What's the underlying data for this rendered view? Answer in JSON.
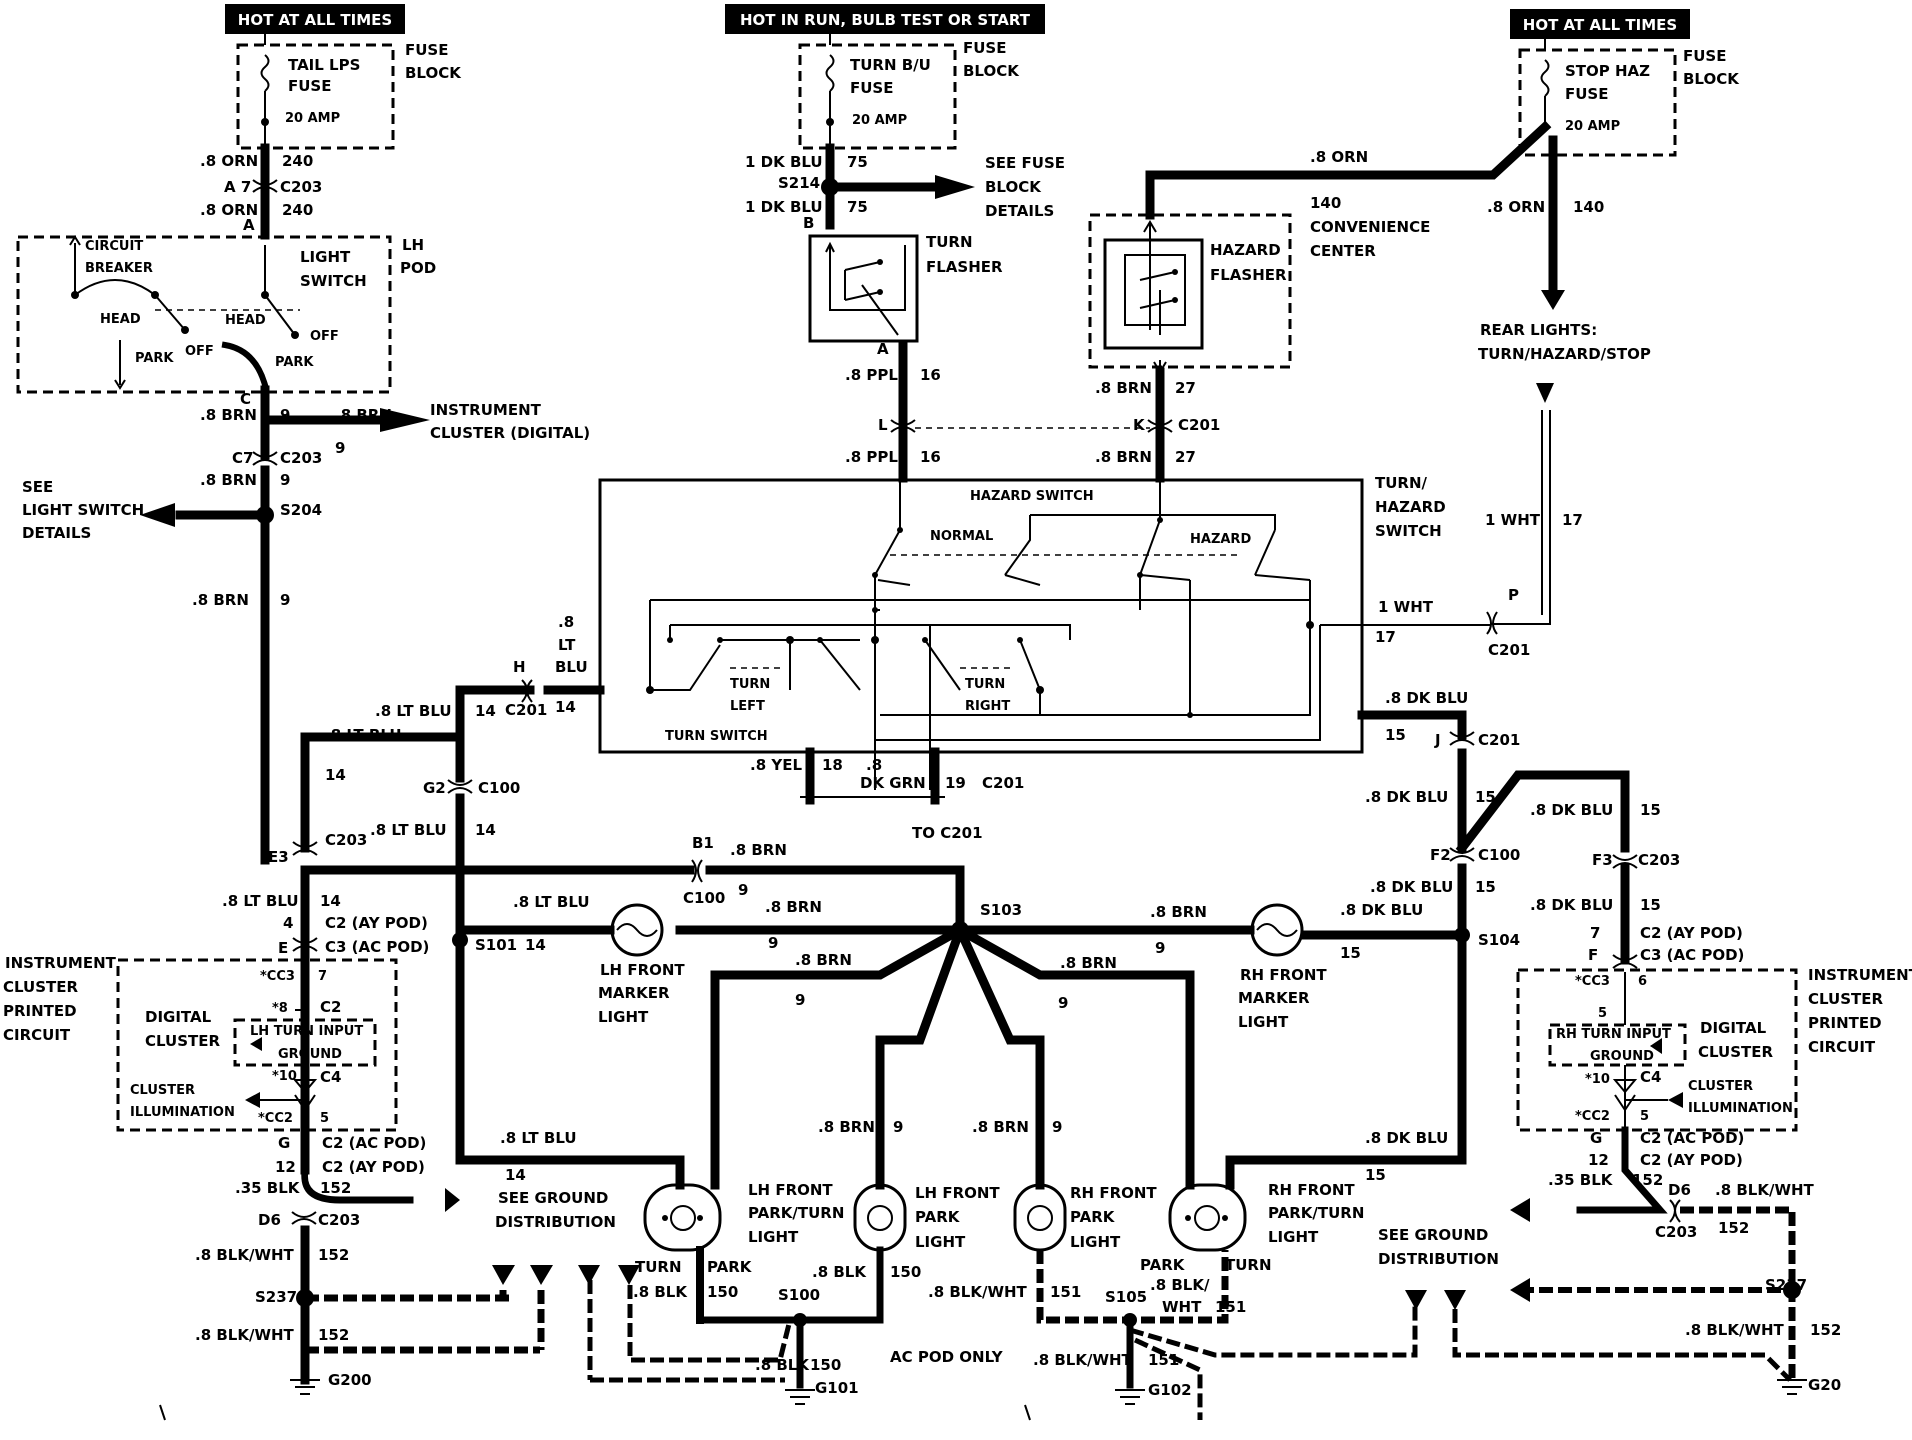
{
  "headers": {
    "left": "HOT AT ALL TIMES",
    "center": "HOT IN RUN, BULB TEST OR START",
    "right": "HOT AT ALL TIMES"
  },
  "fuses": {
    "tail": {
      "name1": "TAIL LPS",
      "name2": "FUSE",
      "amp": "20 AMP",
      "block1": "FUSE",
      "block2": "BLOCK"
    },
    "turn": {
      "name1": "TURN B/U",
      "name2": "FUSE",
      "amp": "20 AMP",
      "block1": "FUSE",
      "block2": "BLOCK"
    },
    "stop": {
      "name1": "STOP HAZ",
      "name2": "FUSE",
      "amp": "20 AMP",
      "block1": "FUSE",
      "block2": "BLOCK"
    }
  },
  "components": {
    "lh_pod": {
      "l1": "LH",
      "l2": "POD"
    },
    "light_switch": {
      "l1": "LIGHT",
      "l2": "SWITCH"
    },
    "circuit_breaker": {
      "l1": "CIRCUIT",
      "l2": "BREAKER"
    },
    "ls_positions": {
      "head": "HEAD",
      "park": "PARK",
      "off": "OFF"
    },
    "turn_flasher": {
      "l1": "TURN",
      "l2": "FLASHER"
    },
    "hazard_flasher": {
      "l1": "HAZARD",
      "l2": "FLASHER"
    },
    "convenience_center": {
      "l1": "CONVENIENCE",
      "l2": "CENTER"
    },
    "rear_lights": {
      "l1": "REAR LIGHTS:",
      "l2": "TURN/HAZARD/STOP"
    },
    "turn_hazard_switch": {
      "l1": "TURN/",
      "l2": "HAZARD",
      "l3": "SWITCH"
    },
    "hazard_switch_title": "HAZARD SWITCH",
    "normal": "NORMAL",
    "hazard": "HAZARD",
    "turn_switch_title": "TURN SWITCH",
    "turn_left": {
      "l1": "TURN",
      "l2": "LEFT"
    },
    "turn_right": {
      "l1": "TURN",
      "l2": "RIGHT"
    },
    "instrument_cluster_digital": {
      "l1": "INSTRUMENT",
      "l2": "CLUSTER (DIGITAL)"
    },
    "see_light_switch": {
      "l1": "SEE",
      "l2": "LIGHT SWITCH",
      "l3": "DETAILS"
    },
    "see_fuse_block": {
      "l1": "SEE FUSE",
      "l2": "BLOCK",
      "l3": "DETAILS"
    },
    "to_c201": "TO C201",
    "lh_cluster_printed": {
      "l1": "INSTRUMENT",
      "l2": "CLUSTER",
      "l3": "PRINTED",
      "l4": "CIRCUIT"
    },
    "rh_cluster_printed": {
      "l1": "INSTRUMENT",
      "l2": "CLUSTER",
      "l3": "PRINTED",
      "l4": "CIRCUIT"
    },
    "digital_cluster": {
      "l1": "DIGITAL",
      "l2": "CLUSTER"
    },
    "lh_turn_input": "LH TURN INPUT",
    "rh_turn_input": "RH TURN INPUT",
    "ground": "GROUND",
    "cluster_illumination": {
      "l1": "CLUSTER",
      "l2": "ILLUMINATION"
    },
    "lh_front_marker": {
      "l1": "LH FRONT",
      "l2": "MARKER",
      "l3": "LIGHT"
    },
    "rh_front_marker": {
      "l1": "RH FRONT",
      "l2": "MARKER",
      "l3": "LIGHT"
    },
    "lh_front_park_turn": {
      "l1": "LH FRONT",
      "l2": "PARK/TURN",
      "l3": "LIGHT"
    },
    "lh_front_park": {
      "l1": "LH FRONT",
      "l2": "PARK",
      "l3": "LIGHT"
    },
    "rh_front_park": {
      "l1": "RH FRONT",
      "l2": "PARK",
      "l3": "LIGHT"
    },
    "rh_front_park_turn": {
      "l1": "RH FRONT",
      "l2": "PARK/TURN",
      "l3": "LIGHT"
    },
    "see_ground_left": {
      "l1": "SEE GROUND",
      "l2": "DISTRIBUTION"
    },
    "see_ground_right": {
      "l1": "SEE GROUND",
      "l2": "DISTRIBUTION"
    },
    "ac_pod_only": "AC POD ONLY",
    "bulb_turn": "TURN",
    "bulb_park": "PARK"
  },
  "wires": {
    "orn": ".8 ORN",
    "brn": ".8 BRN",
    "dkblu1": "1 DK BLU",
    "ppl": ".8 PPL",
    "ltblu": ".8 LT BLU",
    "ltblu_a": ".8",
    "ltblu_b": "LT",
    "ltblu_c": "BLU",
    "dkblu": ".8 DK BLU",
    "yel": ".8 YEL",
    "dkgrn_a": ".8",
    "dkgrn_b": "DK GRN",
    "wht1": "1 WHT",
    "blk35": ".35 BLK",
    "blkwht": ".8 BLK/WHT",
    "blk": ".8 BLK",
    "blkwht_split_a": ".8 BLK/",
    "blkwht_split_b": "WHT"
  },
  "circuits": {
    "c240": "240",
    "c9": "9",
    "c75": "75",
    "c16": "16",
    "c27": "27",
    "c140": "140",
    "c17": "17",
    "c14": "14",
    "c15": "15",
    "c18": "18",
    "c19": "19",
    "c152": "152",
    "c150": "150",
    "c151": "151",
    "c12": "12",
    "c4": "4",
    "c7": "7",
    "c5": "5",
    "c6": "6",
    "c8": "*8",
    "c10": "*10"
  },
  "connectors": {
    "c203": "C203",
    "a7": "A 7",
    "a": "A",
    "b": "B",
    "c": "C",
    "c7": "C7",
    "e3": "E3",
    "e": "E",
    "g": "G",
    "d6": "D6",
    "f": "F",
    "f2": "F2",
    "f3": "F3",
    "g2": "G2",
    "h": "H",
    "j": "J",
    "k": "K",
    "l": "L",
    "p": "P",
    "b1": "B1",
    "c201": "C201",
    "c100": "C100",
    "c2ay": "C2 (AY POD)",
    "c3ac": "C3 (AC POD)",
    "c2ac": "C2 (AC POD)",
    "cc3": "*CC3",
    "cc2": "*CC2",
    "c2": "C2",
    "c4": "C4"
  },
  "splices": {
    "s214": "S214",
    "s204": "S204",
    "s101": "S101",
    "s103": "S103",
    "s104": "S104",
    "s237": "S237",
    "s100": "S100",
    "s105": "S105"
  },
  "grounds": {
    "g200": "G200",
    "g101": "G101",
    "g102": "G102",
    "g201": "G20"
  }
}
